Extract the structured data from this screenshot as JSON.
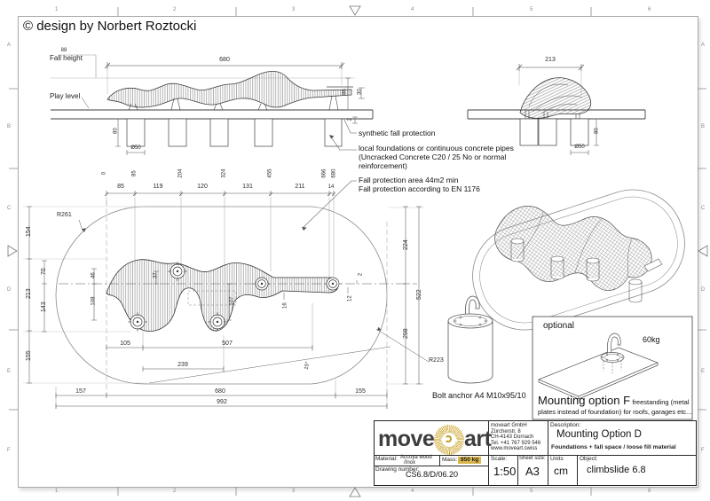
{
  "page": {
    "copyright": "© design by Norbert Roztocki"
  },
  "grid": {
    "cols": [
      "1",
      "2",
      "3",
      "4",
      "5",
      "6"
    ],
    "rows": [
      "A",
      "B",
      "C",
      "D",
      "E",
      "F"
    ]
  },
  "front": {
    "fall_height_num": "88",
    "fall_height": "Fall height",
    "play_level": "Play level",
    "w": "680",
    "found_h": "80",
    "dia": "Ø50",
    "h_top": "86",
    "h_end": "30",
    "gap": "2"
  },
  "side": {
    "w": "213",
    "found_h": "80",
    "dia": "Ø50"
  },
  "notes": {
    "synthetic": "synthetic fall protection",
    "foundations1": "local foundations or continuous concrete pipes",
    "foundations2": "(Uncracked Concrete C20 / 25 No or normal",
    "foundations3": "reinforcement)",
    "fall1": "Fall protection area 44m2 min",
    "fall2": "Fall protection according to EN 1176"
  },
  "plan": {
    "ordinates": [
      "0",
      "85",
      "204",
      "324",
      "455",
      "666",
      "680"
    ],
    "spans": [
      "85",
      "119",
      "120",
      "131",
      "211",
      "14"
    ],
    "left_outer": [
      "154",
      "213",
      "155"
    ],
    "left_inner": [
      "70",
      "143"
    ],
    "left_inner2": [
      "46",
      "108"
    ],
    "right": [
      "224",
      "298"
    ],
    "right_total": "522",
    "bottom_row1": [
      "105",
      "507"
    ],
    "mid": "239",
    "bottom_row2": [
      "157",
      "680",
      "155"
    ],
    "bottom_total": "992",
    "r_left": "R261",
    "r_right": "R223",
    "angle": "15°",
    "small": [
      "37",
      "107",
      "16",
      "12",
      "2"
    ]
  },
  "bolt": {
    "label": "Bolt anchor A4 M10x95/10"
  },
  "optional": {
    "title": "optional",
    "weight": "60kg",
    "name": "Mounting option F",
    "desc1": "freestanding (metal",
    "desc2": "plates instead of foundation) for roofs, garages etc..."
  },
  "tb": {
    "logo_left": "move",
    "logo_right": "art",
    "company": [
      "moveart GmbH",
      "Zürcherstr. 8",
      "CH-4143 Dornach",
      "Tel. +41 767 929 546",
      "www.moveart.swiss"
    ],
    "desc_label": "Description:",
    "desc": "Mounting Option D",
    "desc_sub": "Foundations + fall space / loose fill material",
    "material_label": "Material:",
    "material1": "Accoya wood",
    "material2": "/Inox",
    "mass_label": "Mass:",
    "mass": "850 kg",
    "dn_label": "Drawing number:",
    "dn": "CS6.8/D/06.20",
    "scale_label": "Scale:",
    "scale": "1:50",
    "sheet_label": "Sheet size:",
    "sheet": "A3",
    "units_label": "Units",
    "units": "cm",
    "object_label": "Object:",
    "object": "climbslide 6.8"
  },
  "colors": {
    "gold": "#c09a20",
    "mass_highlight": "#d9b64b",
    "line": "#3f3f3f",
    "light_line": "#999"
  }
}
